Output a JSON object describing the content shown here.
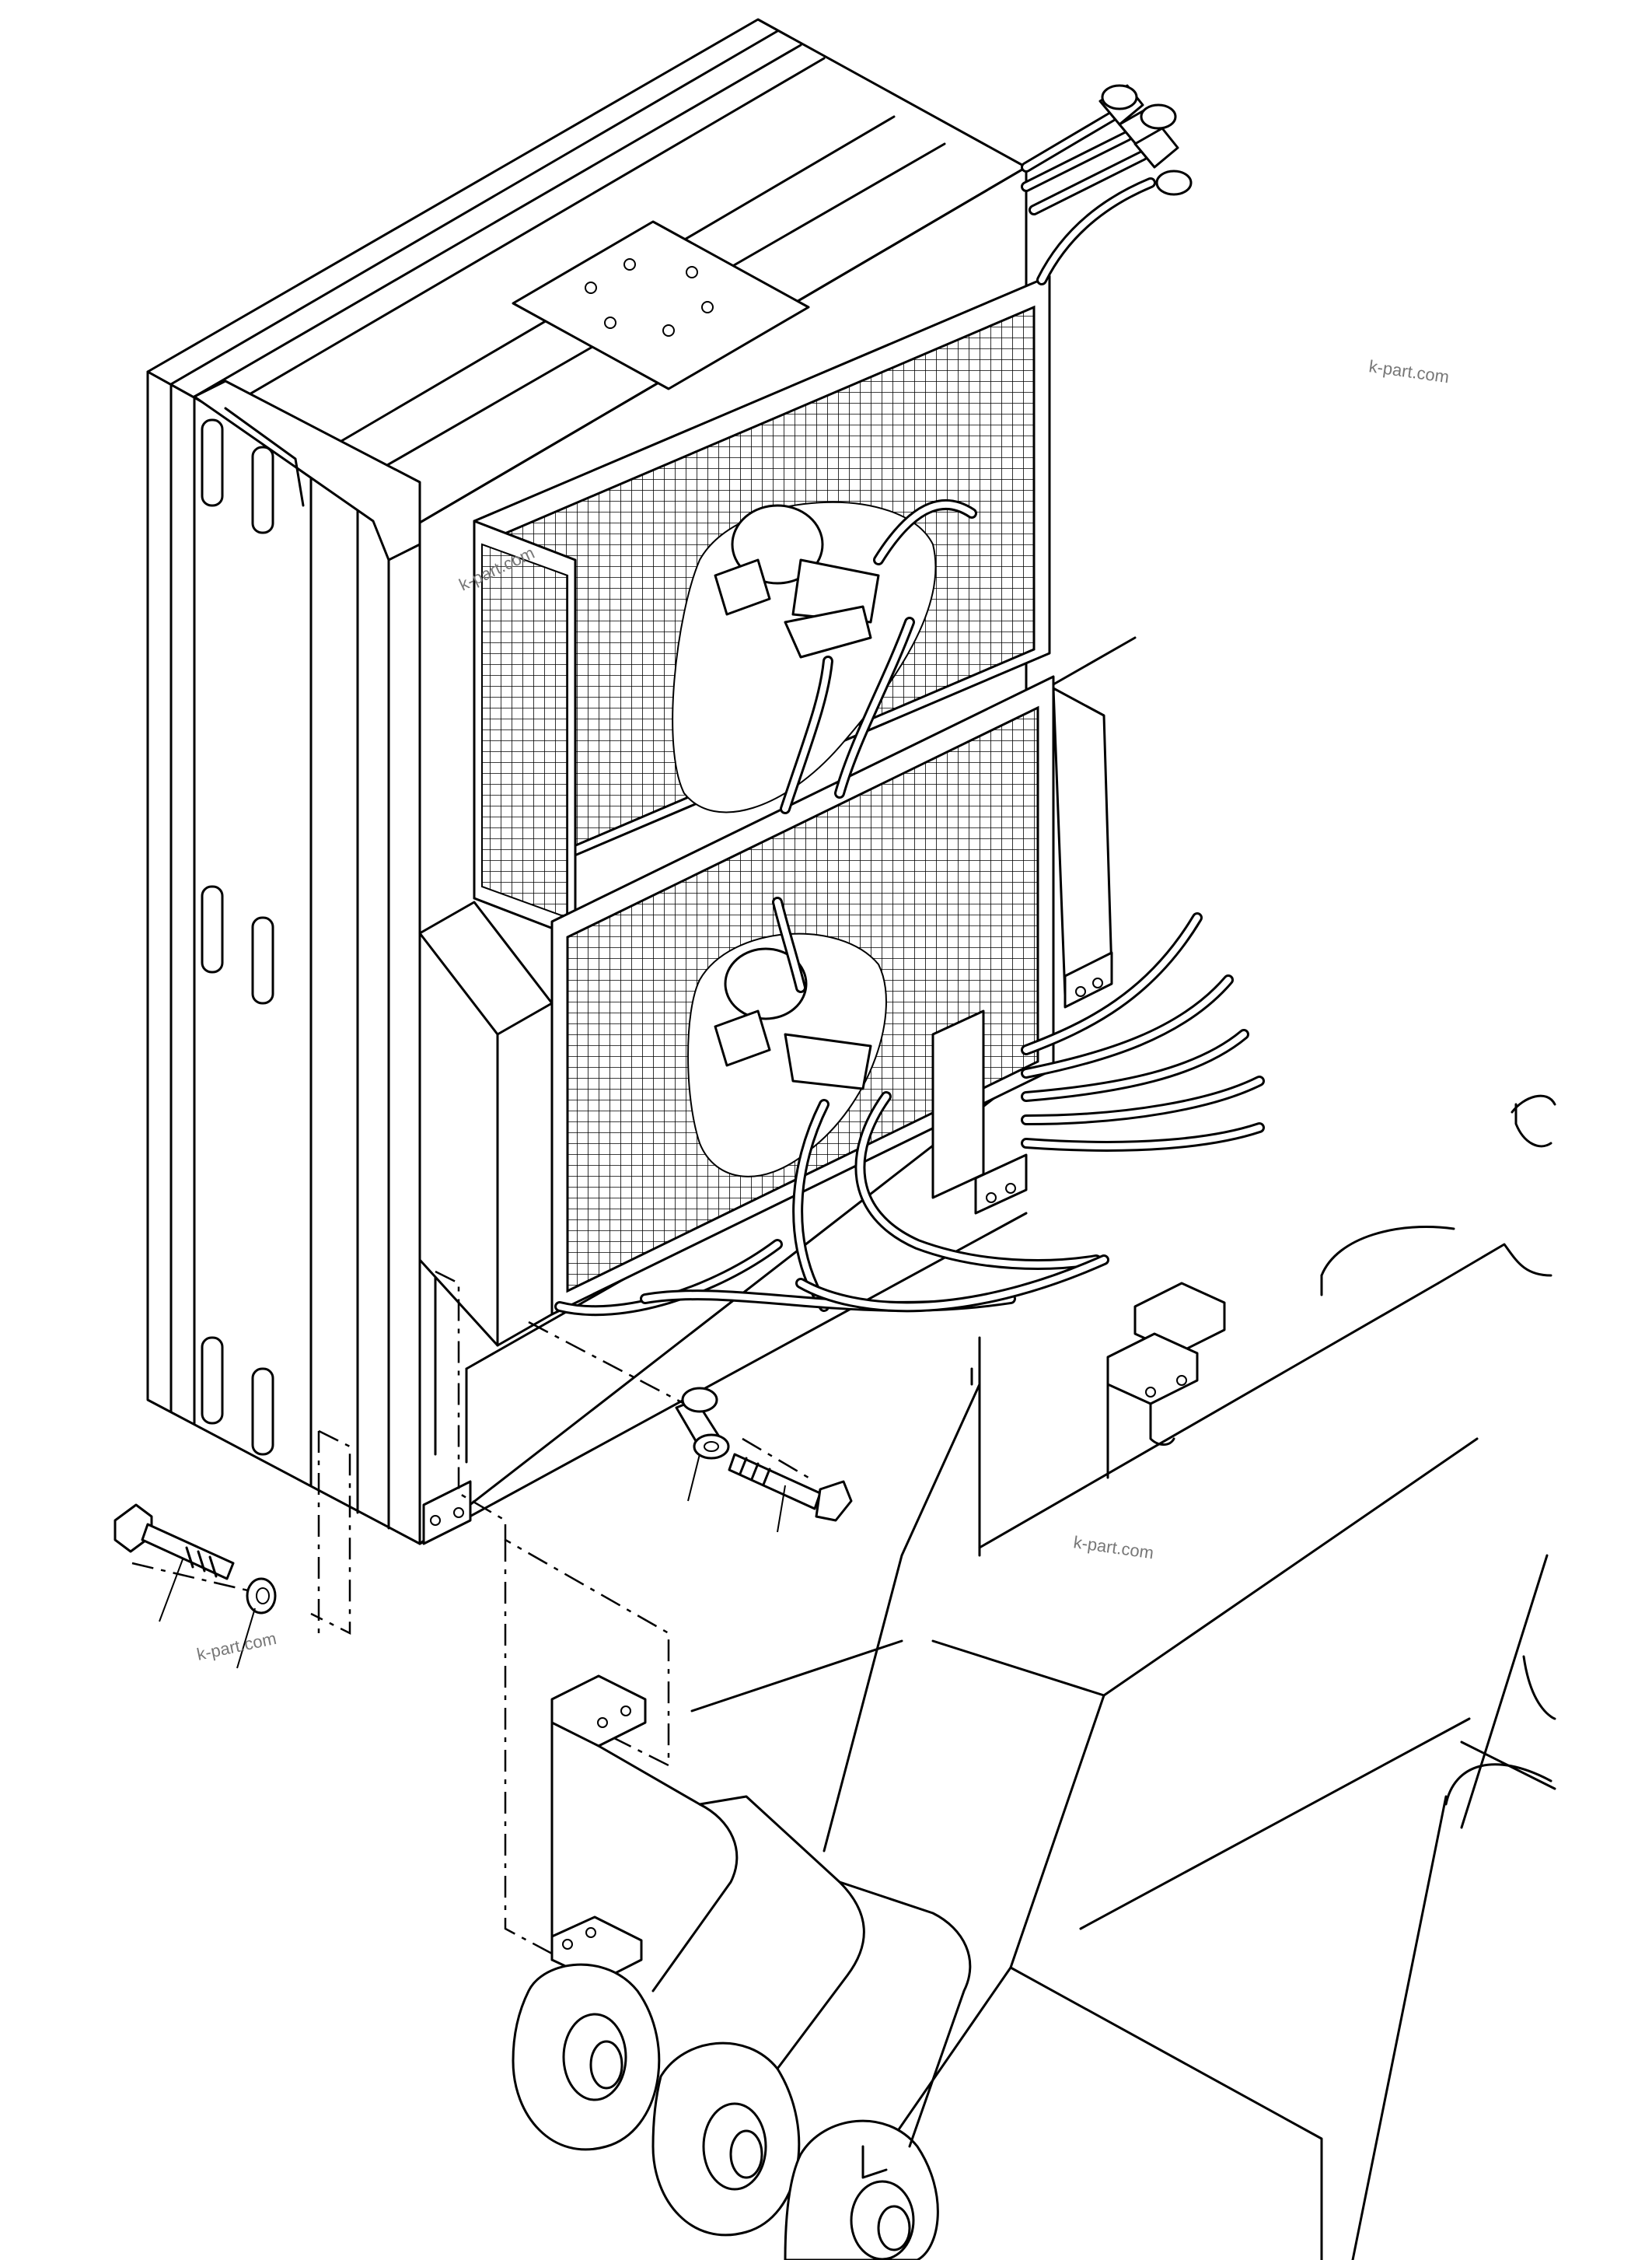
{
  "watermarks": [
    "k-part.com",
    "k-part.com",
    "k-part.com",
    "k-part.com"
  ],
  "colors": {
    "line": "#000000",
    "background": "#ffffff",
    "watermark": "#777777"
  }
}
